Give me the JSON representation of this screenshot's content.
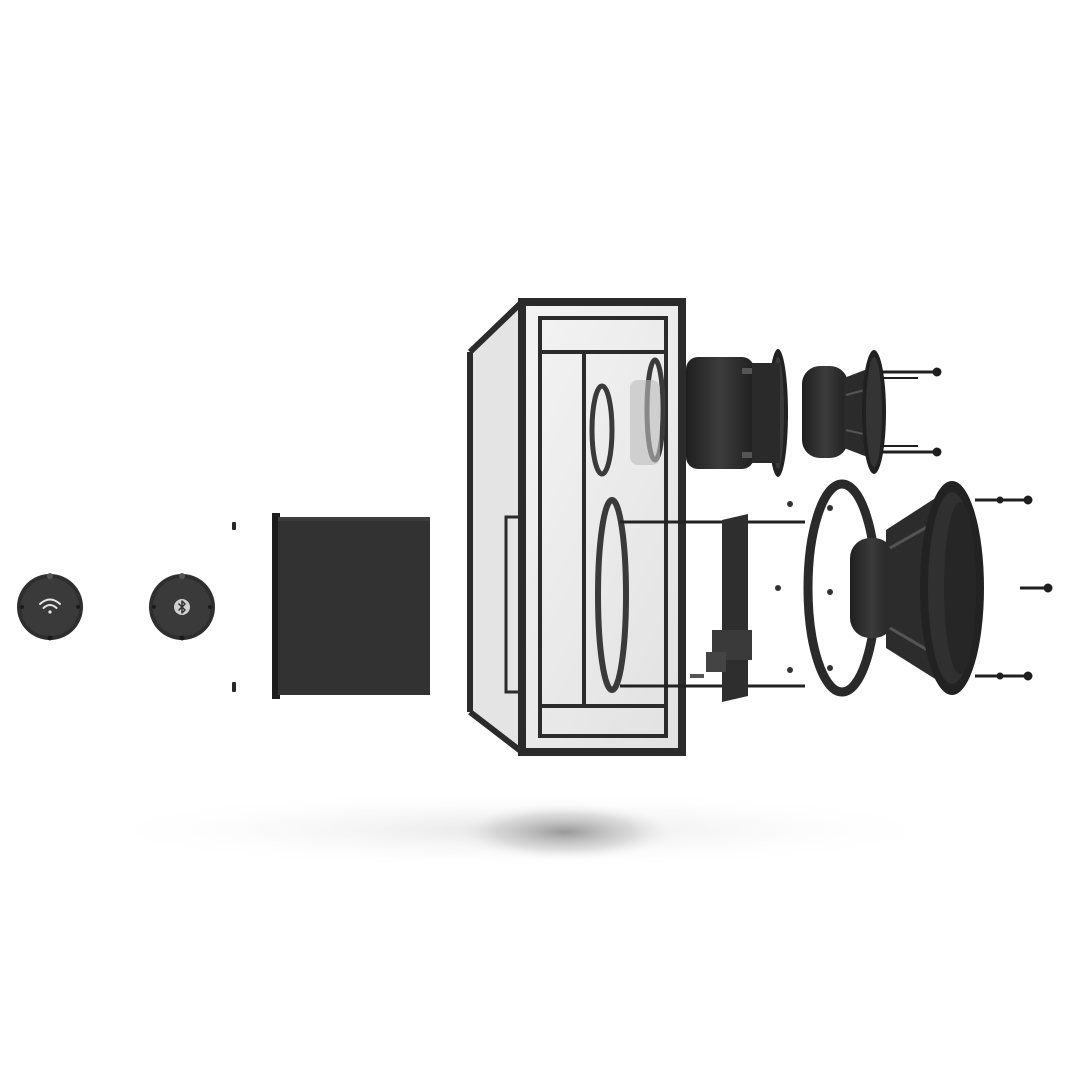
{
  "scene": {
    "subject": "exploded-speaker",
    "components": [
      {
        "name": "wifi-button-cap",
        "icon": "wifi-icon"
      },
      {
        "name": "bluetooth-button-cap",
        "icon": "bluetooth-icon"
      },
      {
        "name": "rear-panel"
      },
      {
        "name": "cabinet-frame"
      },
      {
        "name": "tweeter-horn"
      },
      {
        "name": "tweeter-driver"
      },
      {
        "name": "amplifier-board"
      },
      {
        "name": "woofer-gasket"
      },
      {
        "name": "woofer-driver"
      }
    ]
  },
  "colors": {
    "background": "#ffffff",
    "part_dark": "#2b2b2b",
    "part_mid": "#3a3a3a",
    "glass": "#e9e9e9",
    "shadow": "#7a7a7a"
  }
}
